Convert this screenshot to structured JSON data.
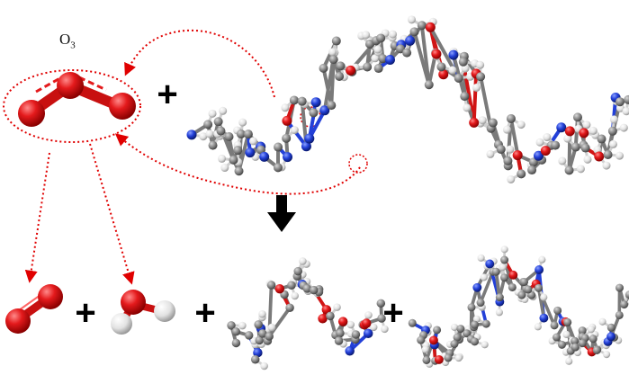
{
  "ozone_label": {
    "base": "O",
    "subscript": "3"
  },
  "colors": {
    "oxygen": "#e41a1c",
    "nitrogen": "#2340d8",
    "carbon": "#8a8a8a",
    "hydrogen": "#e8e8e8",
    "dotted": "#e00000",
    "operator": "#000000"
  },
  "operators": {
    "plus_symbol": "+",
    "reaction_arrow": "down-arrow"
  },
  "molecules": [
    {
      "id": "ozone",
      "formula": "O3"
    },
    {
      "id": "peptide-reactant"
    },
    {
      "id": "dioxygen",
      "formula": "O2"
    },
    {
      "id": "water",
      "formula": "H2O"
    },
    {
      "id": "product-fragment-1"
    },
    {
      "id": "product-fragment-2"
    }
  ]
}
